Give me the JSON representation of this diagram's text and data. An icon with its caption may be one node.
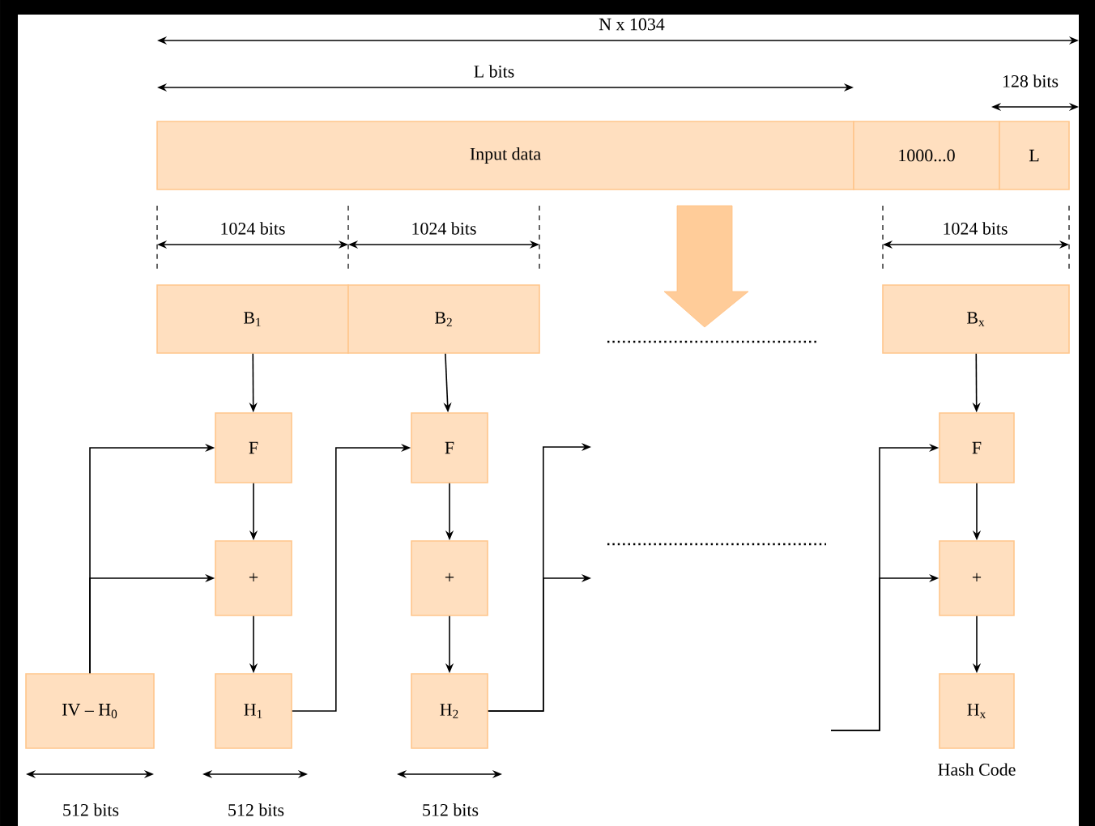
{
  "diagram": {
    "nodes": [
      {
        "text": [
          "Input data"
        ]
      },
      {
        "text": [
          "1000...0"
        ]
      },
      {
        "text": [
          "L"
        ]
      },
      {
        "text": [
          "B$_{1}$"
        ]
      },
      {
        "text": [
          "B$_{2}$"
        ]
      },
      {
        "text": [
          "B$_{x}$"
        ]
      },
      {
        "text": [
          "F"
        ]
      },
      {
        "text": [
          "+"
        ]
      },
      {
        "text": [
          "H$_{1}$"
        ]
      },
      {
        "text": [
          "F"
        ]
      },
      {
        "text": [
          "+"
        ]
      },
      {
        "text": [
          "H$_{2}$"
        ]
      },
      {
        "text": [
          "F"
        ]
      },
      {
        "text": [
          "+"
        ]
      },
      {
        "text": [
          "H$_{x}$"
        ],
        "beside": [
          "Hash Code"
        ]
      },
      {
        "text": [
          "IV – H$_{0}$"
        ]
      }
    ],
    "edges": [
      {
        "from": 3,
        "to": 6,
        "arrow": "to"
      },
      {
        "from": 6,
        "to": 7,
        "arrow": "to"
      },
      {
        "from": 7,
        "to": 8,
        "arrow": "to"
      },
      {
        "from": 4,
        "to": 9,
        "arrow": "to"
      },
      {
        "from": 9,
        "to": 10,
        "arrow": "to"
      },
      {
        "from": 10,
        "to": 11,
        "arrow": "to"
      },
      {
        "from": 5,
        "to": 12,
        "arrow": "to"
      },
      {
        "from": 12,
        "to": 13,
        "arrow": "to"
      },
      {
        "from": 13,
        "to": 14,
        "arrow": "to"
      },
      {
        "from": 15,
        "to": 6,
        "arrow": "to"
      },
      {
        "from": 15,
        "to": 7,
        "arrow": "to"
      },
      {
        "from": 8,
        "to": 9,
        "arrow": "to"
      },
      {
        "from": 11,
        "to": null,
        "arrow": "to"
      },
      {
        "from": 11,
        "to": null,
        "arrow": "to"
      },
      {
        "from": null,
        "to": 12,
        "arrow": "to"
      },
      {
        "from": null,
        "to": 13,
        "arrow": "to"
      }
    ],
    "labels": [
      "N x 1034",
      "L bits",
      "128 bits",
      "1024 bits",
      "1024 bits",
      "1024 bits",
      "512 bits",
      "512 bits",
      "512 bits"
    ]
  }
}
